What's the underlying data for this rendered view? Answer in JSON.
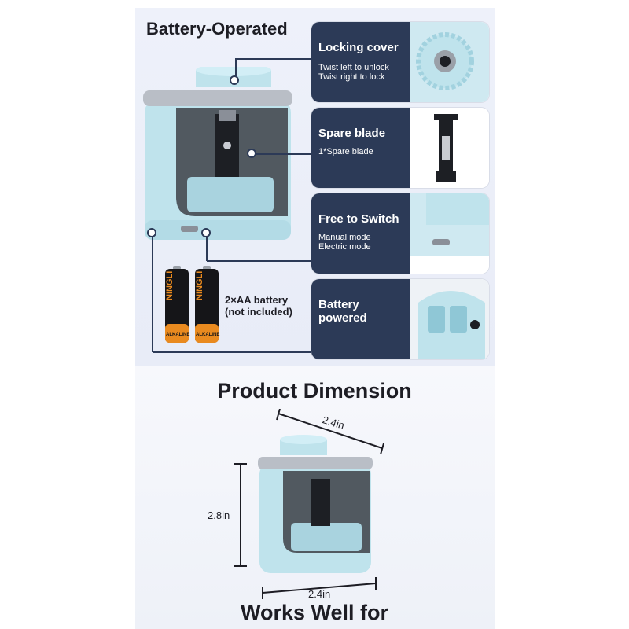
{
  "header": {
    "title": "Battery-Operated"
  },
  "features": [
    {
      "title": "Locking cover",
      "subtitle_lines": [
        "Twist left to unlock",
        "Twist right to lock"
      ]
    },
    {
      "title": "Spare blade",
      "subtitle_lines": [
        "1*Spare blade"
      ]
    },
    {
      "title": "Free to Switch",
      "subtitle_lines": [
        "Manual mode",
        "Electric mode"
      ]
    },
    {
      "title": "Battery powered",
      "subtitle_lines": []
    }
  ],
  "battery": {
    "brand": "NINGLI",
    "type": "ALKALINE",
    "label_line1": "2×AA battery",
    "label_line2": "(not included)"
  },
  "dimension": {
    "title": "Product Dimension",
    "top_width": "2.4in",
    "height": "2.8in",
    "bottom_width": "2.4in"
  },
  "footer": {
    "title": "Works Well for"
  },
  "colors": {
    "navy": "#2c3a57",
    "product_blue": "#bfe3ec",
    "silver": "#b9bec6"
  }
}
